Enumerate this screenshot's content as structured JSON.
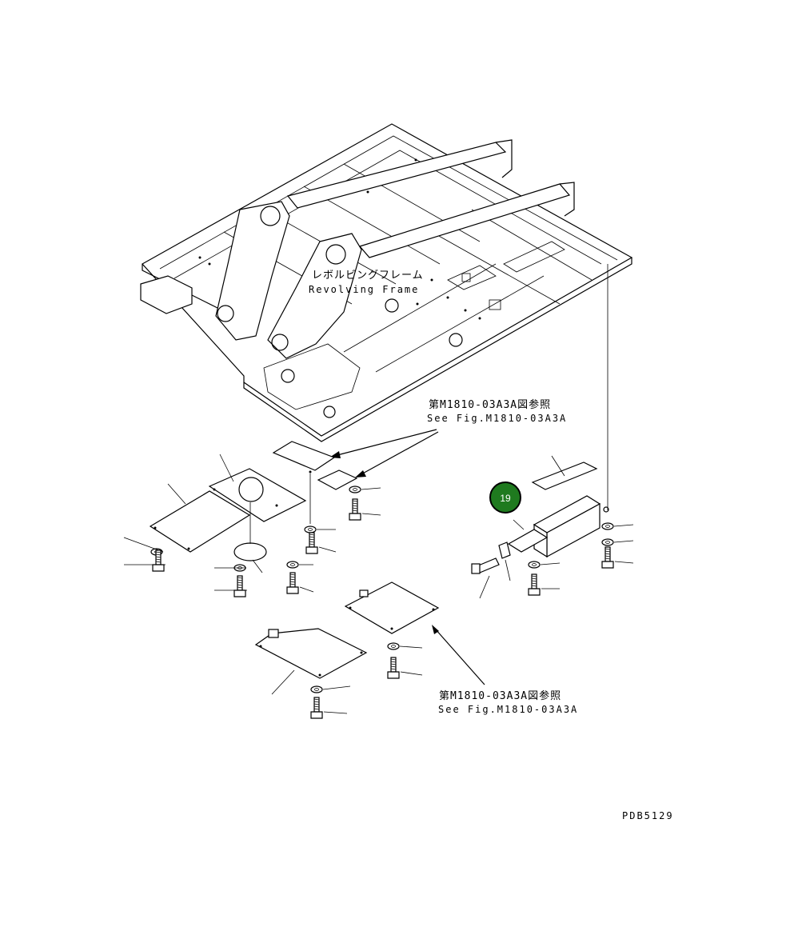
{
  "frame_label": {
    "jp": "レボルビングフレーム",
    "en": "Revolving Frame"
  },
  "reference_upper": {
    "jp": "第M1810-03A3A図参照",
    "en": "See Fig.M1810-03A3A"
  },
  "reference_lower": {
    "jp": "第M1810-03A3A図参照",
    "en": "See Fig.M1810-03A3A"
  },
  "callout": {
    "number": "19",
    "color": "#1f7a1f"
  },
  "drawing_code": "PDB5129"
}
